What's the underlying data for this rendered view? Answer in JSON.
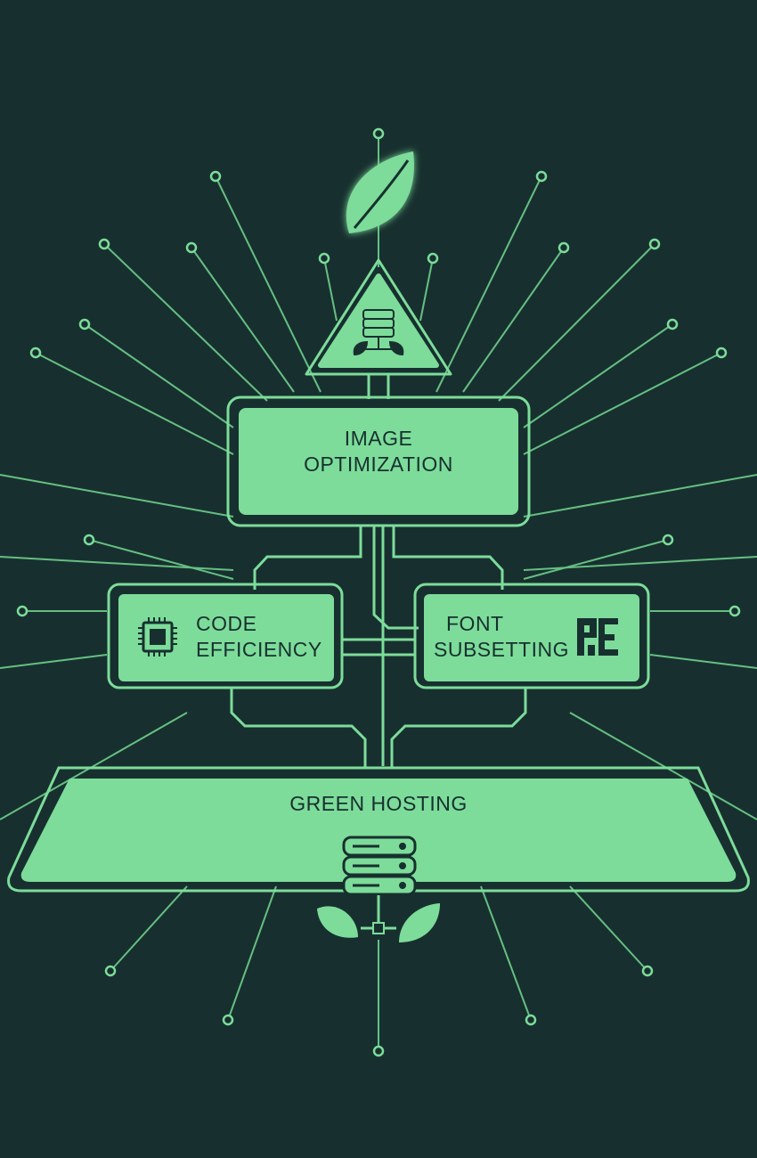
{
  "colors": {
    "background": "#17302f",
    "accent": "#7ddc9a",
    "accent_glow": "#8ff0ab",
    "ink": "#17302f"
  },
  "nodes": {
    "image_optimization": {
      "line1": "IMAGE",
      "line2": "OPTIMIZATION",
      "icon": "database-leaf-icon"
    },
    "code_efficiency": {
      "line1": "CODE",
      "line2": "EFFICIENCY",
      "icon": "cpu-chip-icon"
    },
    "font_subsetting": {
      "line1": "FONT",
      "line2": "SUBSETTING",
      "icon": "glyph-icon"
    },
    "green_hosting": {
      "label": "GREEN HOSTING",
      "icon": "server-leaf-icon"
    }
  },
  "top_icon": "leaf-icon",
  "triangle_icon": "database-leaf-icon"
}
